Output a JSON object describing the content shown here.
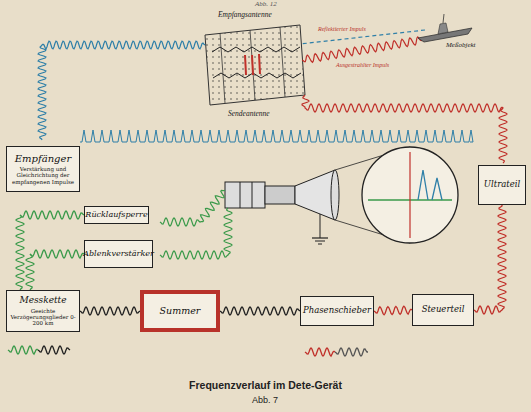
{
  "diagram": {
    "caption": "Frequenzverlauf im Dete-Gerät",
    "nodes": [
      {
        "text": [
          "Empfänger",
          "Verstärkung und Gleichrichtung der empfangenen Impulse"
        ]
      },
      {
        "text": [
          "Rücklaufsperre"
        ]
      },
      {
        "text": [
          "Ablenkverstärker"
        ]
      },
      {
        "text": [
          "Ultrateil"
        ]
      },
      {
        "text": [
          "Messkette",
          "Geeichte Verzögerungsglieder 0-200 km"
        ]
      },
      {
        "text": [
          "Summer"
        ]
      },
      {
        "text": [
          "Phasenschieber"
        ]
      },
      {
        "text": [
          "Steuerteil"
        ]
      }
    ],
    "edges": [
      {
        "from": 4,
        "to": 5,
        "arrow": "none"
      },
      {
        "from": 5,
        "to": 6,
        "arrow": "none"
      },
      {
        "from": 6,
        "to": 7,
        "arrow": "none"
      },
      {
        "from": 7,
        "to": 3,
        "arrow": "none"
      },
      {
        "from": 4,
        "to": 1,
        "arrow": "none"
      },
      {
        "from": 4,
        "to": 2,
        "arrow": "none"
      }
    ],
    "labels": [
      "Abb. 12",
      "Empfangsantenne",
      "Reflektierter Impuls",
      "Ausgestrahlter Impuls",
      "Meßobjekt",
      "Sendeantenne",
      "Abb. 7"
    ]
  }
}
